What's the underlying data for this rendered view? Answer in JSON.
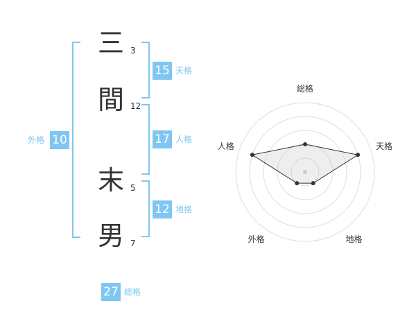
{
  "name": {
    "chars": [
      {
        "char": "三",
        "strokes": "3"
      },
      {
        "char": "間",
        "strokes": "12"
      },
      {
        "char": "末",
        "strokes": "5"
      },
      {
        "char": "男",
        "strokes": "7"
      }
    ]
  },
  "fortune": {
    "tenkaku": {
      "value": "15",
      "label": "天格"
    },
    "jinkaku": {
      "value": "17",
      "label": "人格"
    },
    "chikaku": {
      "value": "12",
      "label": "地格"
    },
    "gaikaku": {
      "value": "10",
      "label": "外格"
    },
    "soukaku": {
      "value": "27",
      "label": "総格"
    }
  },
  "colors": {
    "accent": "#7fc7f2",
    "text": "#333333",
    "grid": "#dddddd"
  },
  "chart_data": {
    "type": "radar",
    "axes": [
      "総格",
      "天格",
      "地格",
      "外格",
      "人格"
    ],
    "values": [
      2,
      4,
      1,
      1,
      4
    ],
    "max": 5,
    "grid_rings": 5
  }
}
